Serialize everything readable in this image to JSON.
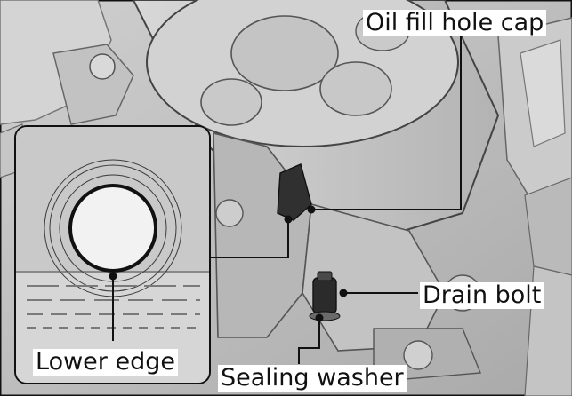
{
  "labels": {
    "oil_fill_hole_cap": "Oil fill hole cap",
    "drain_bolt": "Drain bolt",
    "sealing_washer": "Sealing washer",
    "lower_edge": "Lower edge"
  }
}
